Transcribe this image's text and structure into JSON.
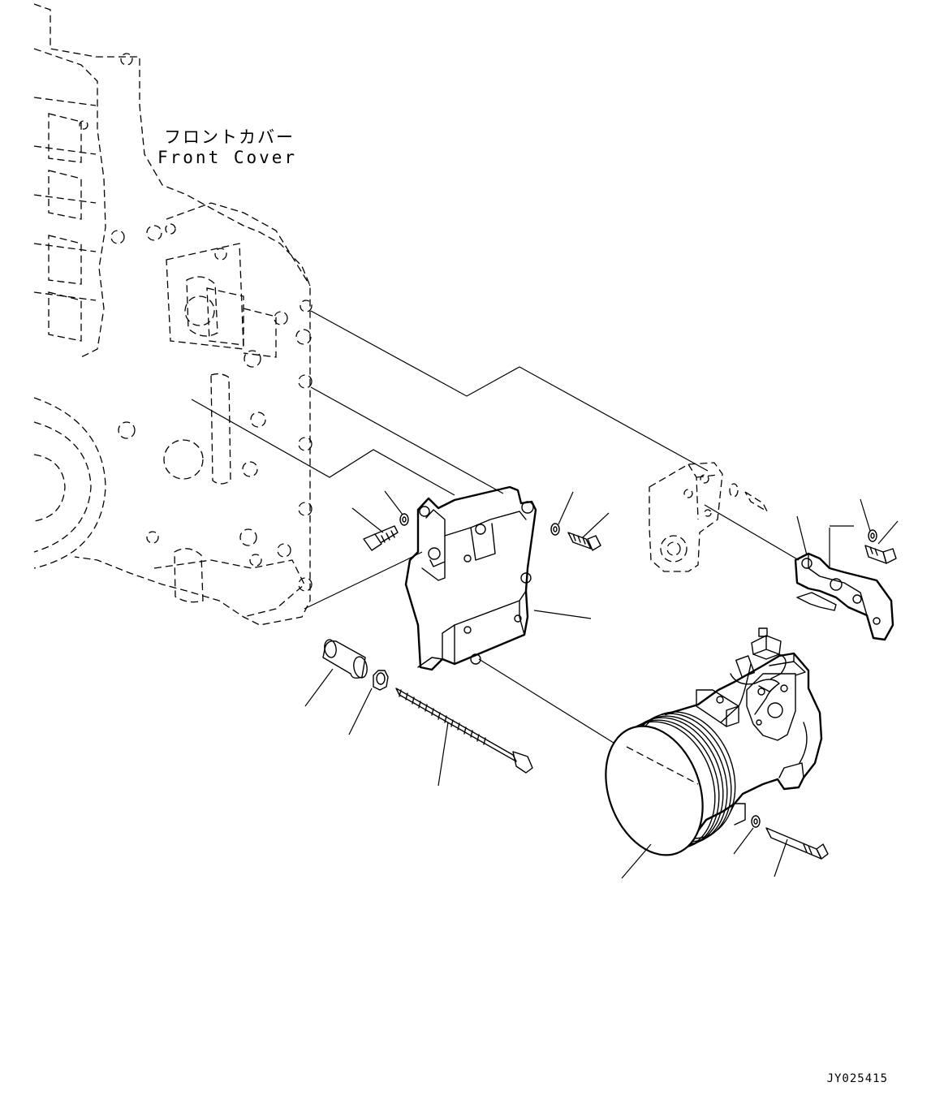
{
  "front_cover_label_jp": "フロントカバー",
  "front_cover_label_en": "Front Cover",
  "drawing_code": "JY025415",
  "parts": [
    {
      "name": "front-cover"
    },
    {
      "name": "compressor-bracket"
    },
    {
      "name": "support-bracket"
    },
    {
      "name": "wiring-clamp-bracket"
    },
    {
      "name": "air-conditioner-compressor"
    },
    {
      "name": "spacer-collar"
    },
    {
      "name": "nut"
    },
    {
      "name": "long-stud-bolt"
    },
    {
      "name": "mounting-bolt"
    },
    {
      "name": "washer"
    }
  ]
}
